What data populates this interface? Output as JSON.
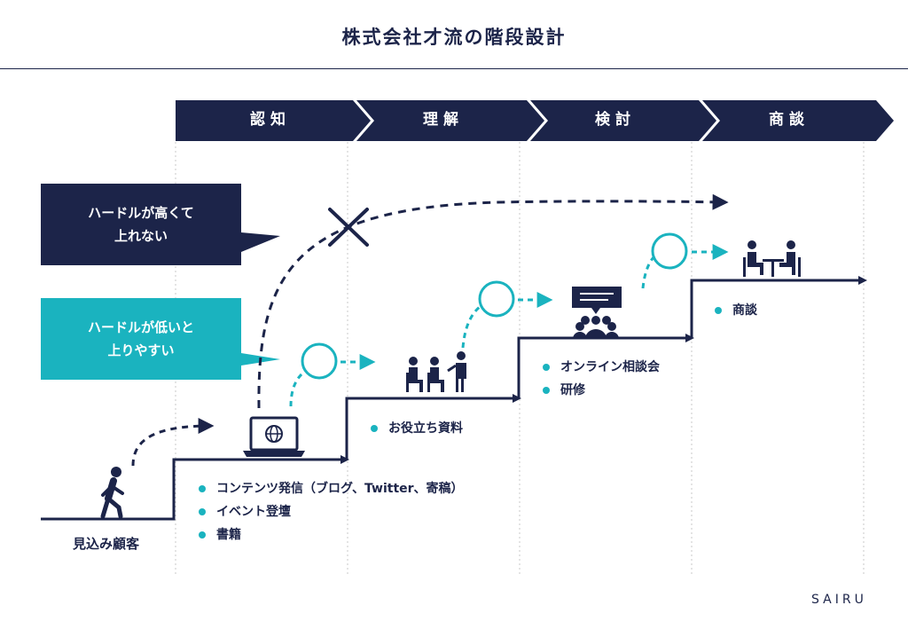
{
  "title": "株式会社才流の階段設計",
  "stages": [
    {
      "label": "認知"
    },
    {
      "label": "理解"
    },
    {
      "label": "検討"
    },
    {
      "label": "商談"
    }
  ],
  "callouts": {
    "high": {
      "line1": "ハードルが高くて",
      "line2": "上れない"
    },
    "low": {
      "line1": "ハードルが低いと",
      "line2": "上りやすい"
    }
  },
  "steps": {
    "start": "見込み顧客",
    "ninchi": [
      "コンテンツ発信（ブログ、Twitter、寄稿）",
      "イベント登壇",
      "書籍"
    ],
    "rikai": [
      "お役立ち資料"
    ],
    "kentou": [
      "オンライン相談会",
      "研修"
    ],
    "shoudan": [
      "商談"
    ]
  },
  "brand": "SAIRU",
  "colors": {
    "navy": "#1c2449",
    "teal": "#1ab3bf",
    "grid": "#c8c8c8"
  }
}
